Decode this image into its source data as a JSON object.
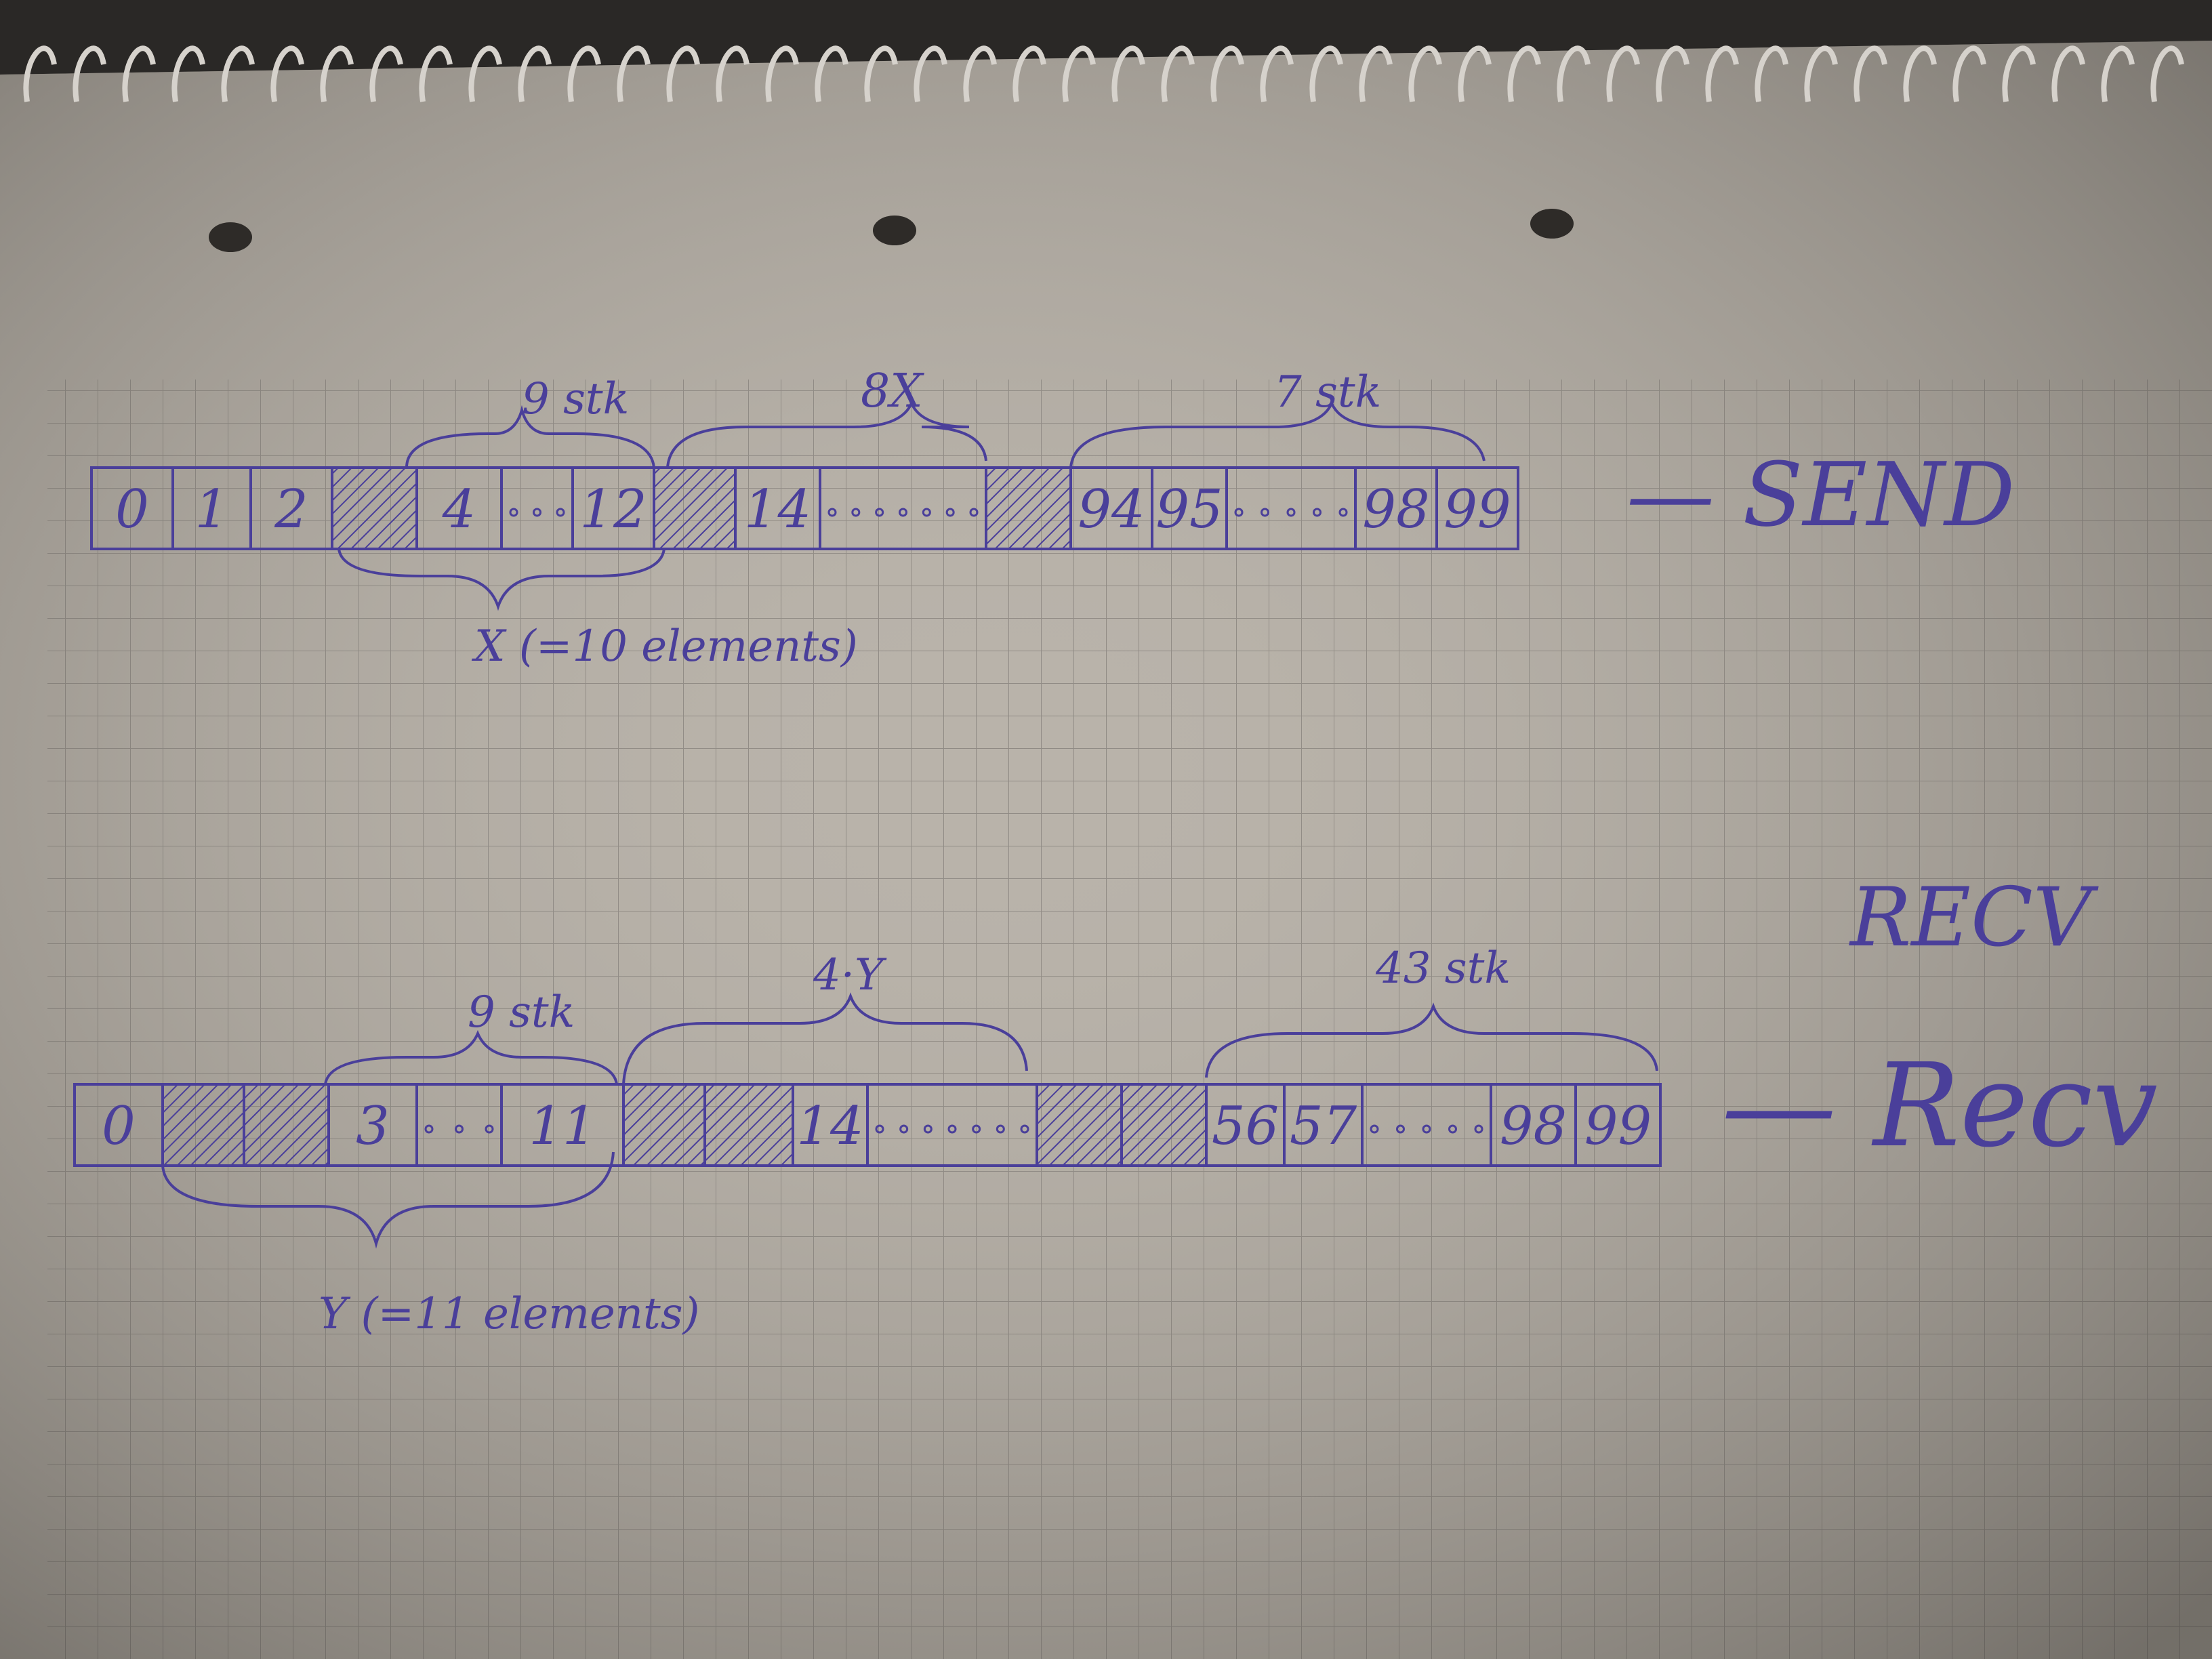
{
  "send_row": {
    "cells": [
      "0",
      "1",
      "2",
      "",
      "4",
      "",
      "12",
      "",
      "14",
      "",
      "",
      "94",
      "95",
      "",
      "98",
      "99"
    ],
    "label": "SEND",
    "brace_over_first": "9 stk",
    "brace_over_middle": "8X",
    "brace_over_last": "7 stk",
    "brace_under": "X (=10 elements)"
  },
  "recv_row": {
    "cells": [
      "0",
      "",
      "",
      "3",
      "",
      "11",
      "",
      "",
      "14",
      "",
      "",
      "",
      "56",
      "57",
      "",
      "98",
      "99"
    ],
    "heading": "RECV",
    "label": "Recv",
    "brace_over_first": "9 stk",
    "brace_over_middle": "4·Y",
    "brace_over_last": "43 stk",
    "brace_under": "Y (=11 elements)"
  },
  "colors": {
    "paper": "#b9b3aa",
    "grid": "#8f8a84",
    "ink": "#4a3f9a",
    "background": "#2a2826"
  }
}
